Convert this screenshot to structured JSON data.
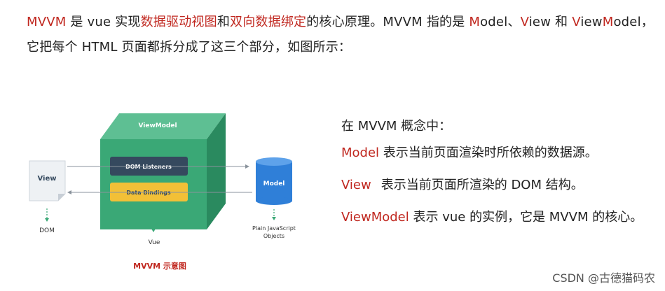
{
  "intro": {
    "l1_a": "MVVM",
    "l1_b": " 是 vue 实现",
    "l1_c": "数据驱动视图",
    "l1_d": "和",
    "l1_e": "双向数据绑定",
    "l1_f": "的核心原理。MVVM 指的是 ",
    "l1_m1": "M",
    "l1_g": "odel、",
    "l1_v1": "V",
    "l1_h": "iew 和 ",
    "l1_v2": "V",
    "l1_i": "iew",
    "l1_m2": "M",
    "l1_j": "odel，",
    "l2": "它把每个 HTML 页面都拆分成了这三个部分，如图所示："
  },
  "diagram": {
    "cube_label": "ViewModel",
    "dom_listeners": "DOM Listeners",
    "data_bindings": "Data Bindings",
    "view_box": "View",
    "view_caption": "DOM",
    "vue_caption": "Vue",
    "model_cylinder": "Model",
    "model_caption_1": "Plain JavaScript",
    "model_caption_2": "Objects",
    "figure_caption": "MVVM 示意图"
  },
  "concepts": {
    "heading": "在 MVVM 概念中：",
    "model_term": "Model",
    "model_desc": " 表示当前页面渲染时所依赖的数据源。",
    "view_term": "View",
    "view_desc": "表示当前页面所渲染的 DOM 结构。",
    "vm_term": "ViewModel",
    "vm_desc": " 表示 vue 的实例，它是 MVVM 的核心。"
  },
  "watermark": "CSDN @古德猫码农",
  "colors": {
    "accent_red": "#c0271f",
    "cube_front": "#3aa876",
    "cube_top": "#5ebf93",
    "cube_side": "#2a8a5f",
    "listeners_box": "#35495e",
    "bindings_box": "#f2c037",
    "model_cylinder": "#2f7fd8"
  }
}
